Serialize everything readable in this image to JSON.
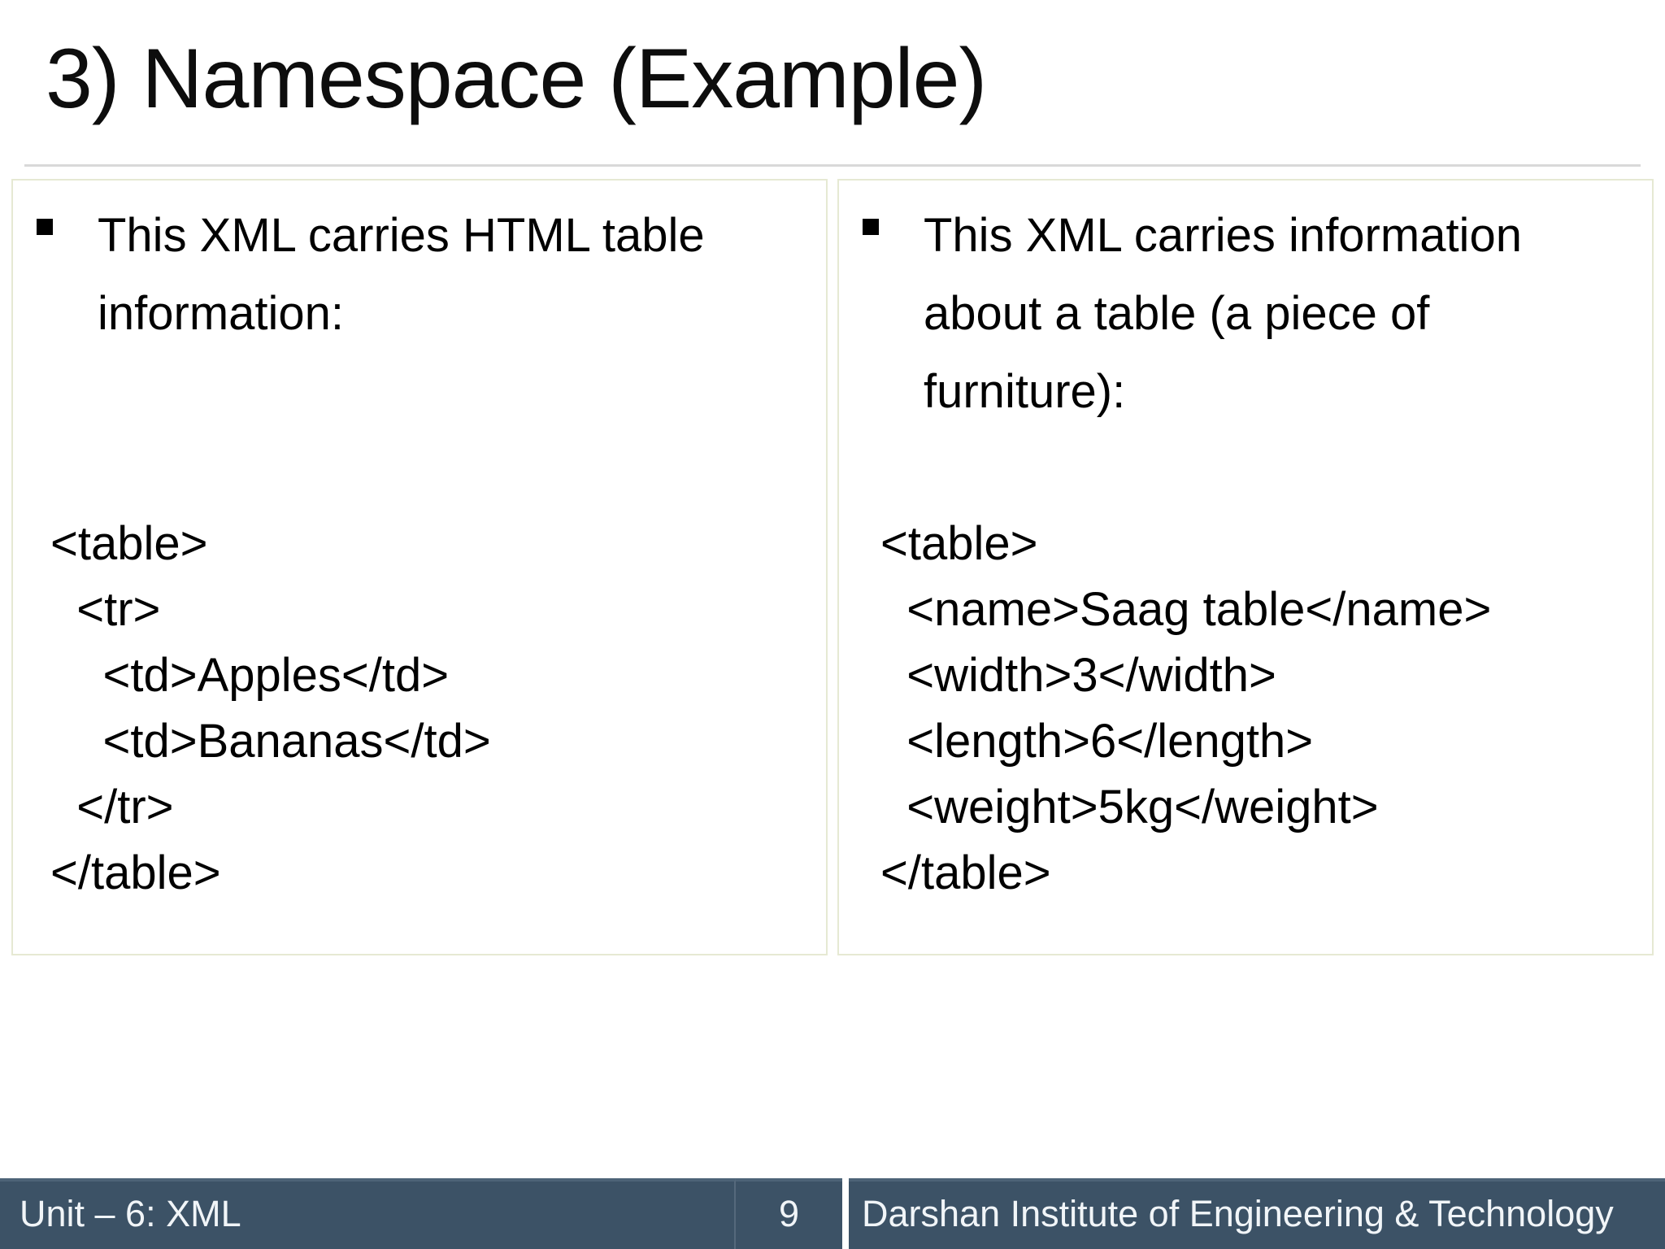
{
  "slide": {
    "title": "3) Namespace (Example)",
    "panels": [
      {
        "bullet_lines": [
          "This XML carries HTML table",
          "information:"
        ],
        "code_lines": [
          "<table>",
          "  <tr>",
          "    <td>Apples</td>",
          "    <td>Bananas</td>",
          "  </tr>",
          "</table>"
        ]
      },
      {
        "bullet_lines": [
          "This XML carries information",
          "about a table (a piece of",
          "furniture):"
        ],
        "code_lines": [
          "<table>",
          "  <name>Saag table</name>",
          "  <width>3</width>",
          "  <length>6</length>",
          "  <weight>5kg</weight>",
          "</table>"
        ]
      }
    ],
    "footer": {
      "unit_label": "Unit – 6: XML",
      "page_number": "9",
      "institute": "Darshan Institute of Engineering & Technology"
    },
    "colors": {
      "footer_bg": "#3C5266",
      "footer_edge": "#4D6377",
      "footer_divider": "#55697C",
      "footer_text": "#F1F5F8",
      "panel_border": "#E6E9D3",
      "title_rule": "#D9D9D9",
      "bullet": "#000000"
    }
  }
}
